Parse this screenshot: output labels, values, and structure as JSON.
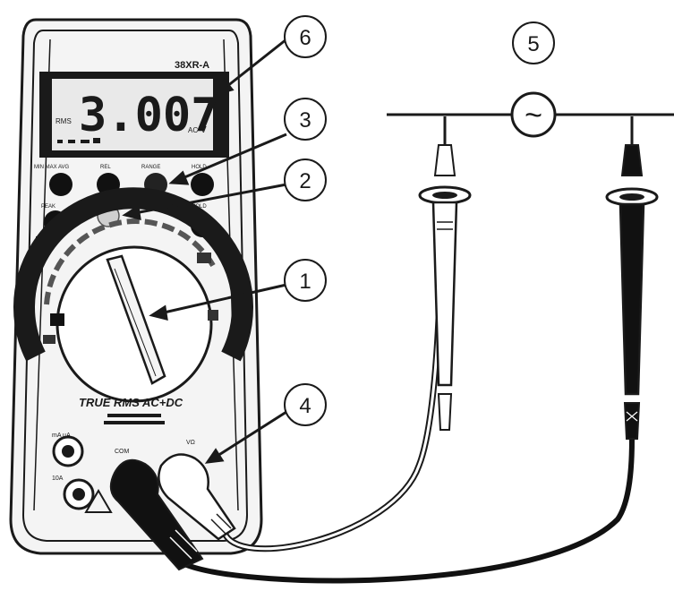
{
  "meter": {
    "model": "38XR-A",
    "display_reading": "3.007",
    "display_mode": "RMS",
    "display_unit": "V",
    "display_range": "AC",
    "button_labels": [
      "MIN MAX AVG",
      "REL",
      "RANGE",
      "HOLD",
      "PEAK",
      "",
      "HOLD"
    ],
    "front_label": "TRUE RMS AC+DC",
    "input_com": "COM",
    "input_volt": "VΩ",
    "input_ma": "mA µA",
    "input_10a": "10A"
  },
  "callouts": [
    {
      "number": "1"
    },
    {
      "number": "2"
    },
    {
      "number": "3"
    },
    {
      "number": "4"
    },
    {
      "number": "5"
    },
    {
      "number": "6"
    }
  ],
  "source": {
    "symbol": "~"
  },
  "colors": {
    "ink": "#1a1a1a",
    "body_fill": "#f4f4f4",
    "lcd_fill": "#e9e9e9",
    "probe_black": "#111111",
    "probe_white": "#ffffff"
  }
}
